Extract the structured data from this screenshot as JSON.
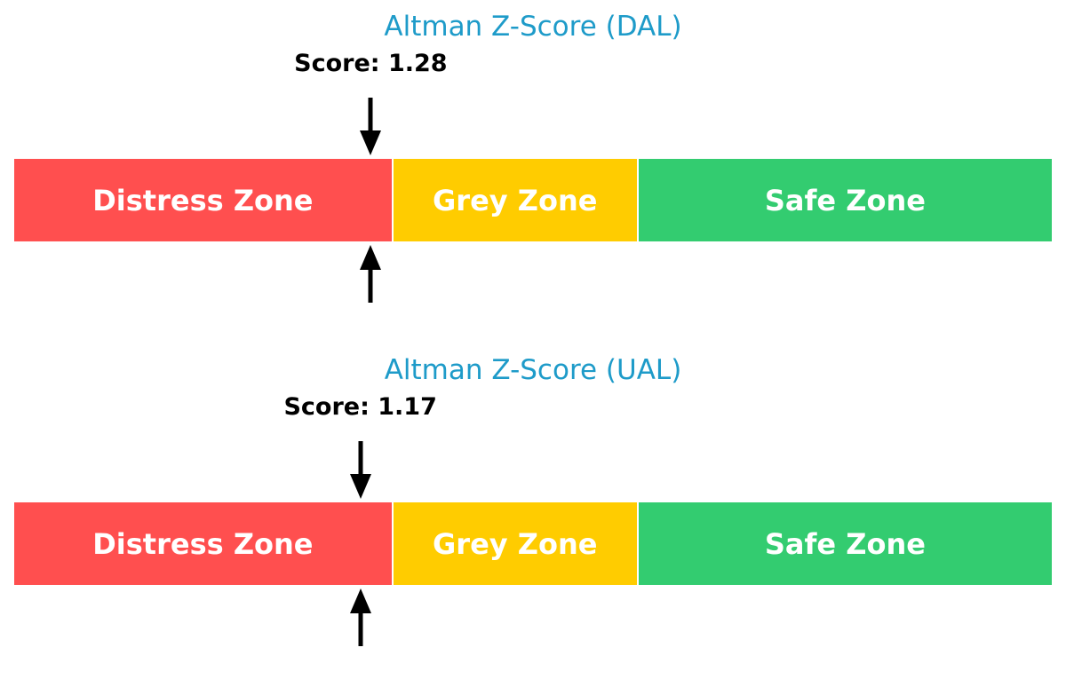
{
  "chart_data": [
    {
      "type": "gauge",
      "title": "Altman Z-Score (DAL)",
      "score_label": "Score: 1.28",
      "score": 1.28,
      "xlim": [
        -2.5,
        8.5
      ],
      "zones": [
        {
          "name": "Distress Zone",
          "from": -2.5,
          "to": 1.5,
          "color": "#ff4f4f"
        },
        {
          "name": "Grey Zone",
          "from": 1.5,
          "to": 4.1,
          "color": "#ffcc00"
        },
        {
          "name": "Safe Zone",
          "from": 4.1,
          "to": 8.5,
          "color": "#33cc70"
        }
      ]
    },
    {
      "type": "gauge",
      "title": "Altman Z-Score (UAL)",
      "score_label": "Score: 1.17",
      "score": 1.17,
      "xlim": [
        -2.5,
        8.5
      ],
      "zones": [
        {
          "name": "Distress Zone",
          "from": -2.5,
          "to": 1.5,
          "color": "#ff4f4f"
        },
        {
          "name": "Grey Zone",
          "from": 1.5,
          "to": 4.1,
          "color": "#ffcc00"
        },
        {
          "name": "Safe Zone",
          "from": 4.1,
          "to": 8.5,
          "color": "#33cc70"
        }
      ]
    }
  ]
}
